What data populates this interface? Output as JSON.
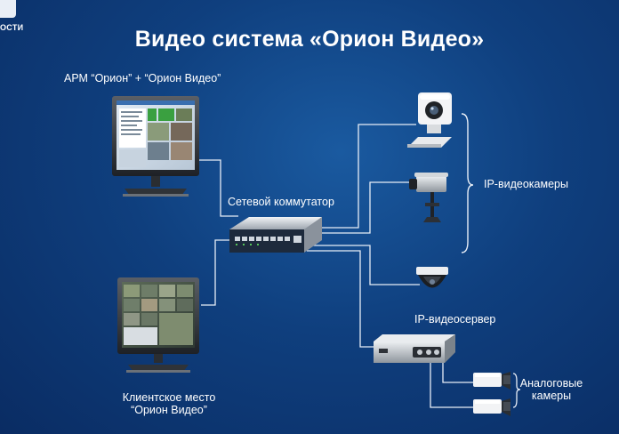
{
  "logo": {
    "text": "ОСТИ"
  },
  "title": "Видео система «Орион Видео»",
  "labels": {
    "arm": "АРМ “Орион” + “Орион Видео”",
    "switch": "Сетевой коммутатор",
    "ip_cameras": "IP-видеокамеры",
    "ip_videoserver": "IP-видеосервер",
    "analog_line1": "Аналоговые",
    "analog_line2": "камеры",
    "client_line1": "Клиентское место",
    "client_line2": "“Орион Видео”"
  },
  "colors": {
    "line": "#e8eef7",
    "bg_top": "#1a5aa0",
    "bg_bottom": "#0a2c63"
  },
  "icons": [
    "monitor-icon",
    "network-switch-icon",
    "ip-camera-cube-icon",
    "ip-camera-box-icon",
    "dome-camera-icon",
    "video-server-icon",
    "analog-camera-icon"
  ]
}
